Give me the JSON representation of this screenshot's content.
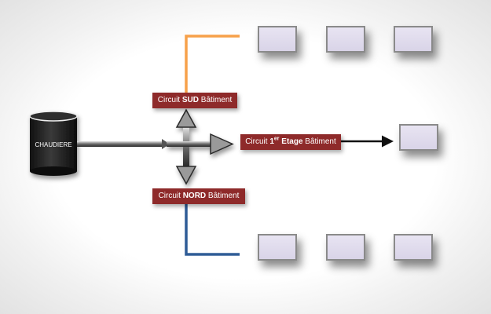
{
  "boiler": {
    "label": "CHAUDIERE"
  },
  "circuits": {
    "sud": {
      "prefix": "Circuit ",
      "bold": "SUD",
      "suffix": " Bâtiment"
    },
    "etage": {
      "prefix": "Circuit ",
      "num": "1",
      "sup": "er",
      "bold": " Etage",
      "suffix": " Bâtiment"
    },
    "nord": {
      "prefix": "Circuit ",
      "bold": "NORD",
      "suffix": "  Bâtiment"
    }
  },
  "colors": {
    "label_bg": "#8e2a2a",
    "sud_pipe": "#f7a14a",
    "nord_pipe": "#2e5c96",
    "arrow_fill": "#9a9a9a",
    "boiler": "#222222",
    "room_fill": "#ddd8ec"
  }
}
